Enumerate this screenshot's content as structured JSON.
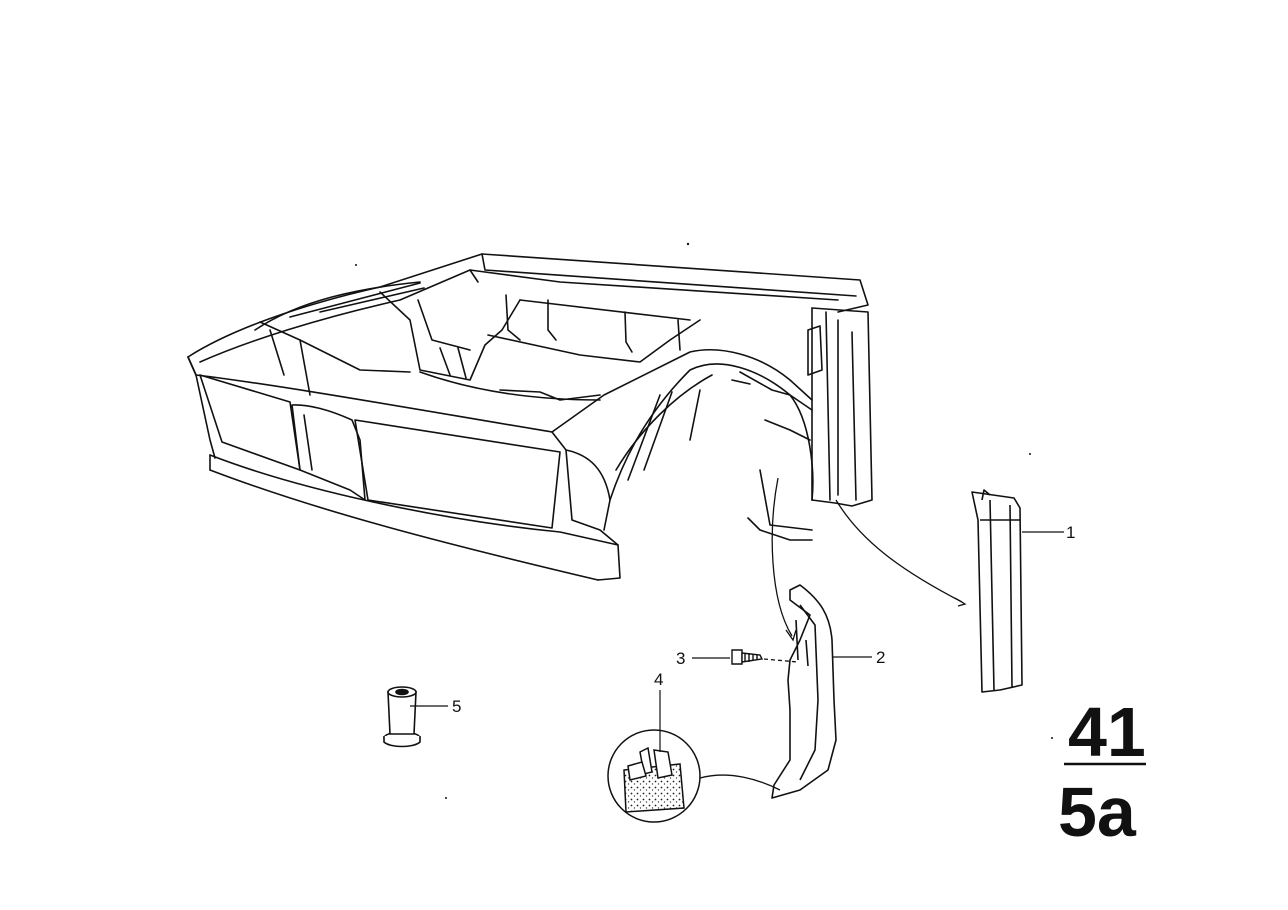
{
  "diagram": {
    "callouts": [
      {
        "id": "1",
        "label": "1"
      },
      {
        "id": "2",
        "label": "2"
      },
      {
        "id": "3",
        "label": "3"
      },
      {
        "id": "4",
        "label": "4"
      },
      {
        "id": "5",
        "label": "5"
      }
    ],
    "group_number": {
      "top": "41",
      "bottom": "5a"
    }
  },
  "colors": {
    "ink": "#111111",
    "paper": "#ffffff",
    "shade": "#c8c8c8"
  }
}
